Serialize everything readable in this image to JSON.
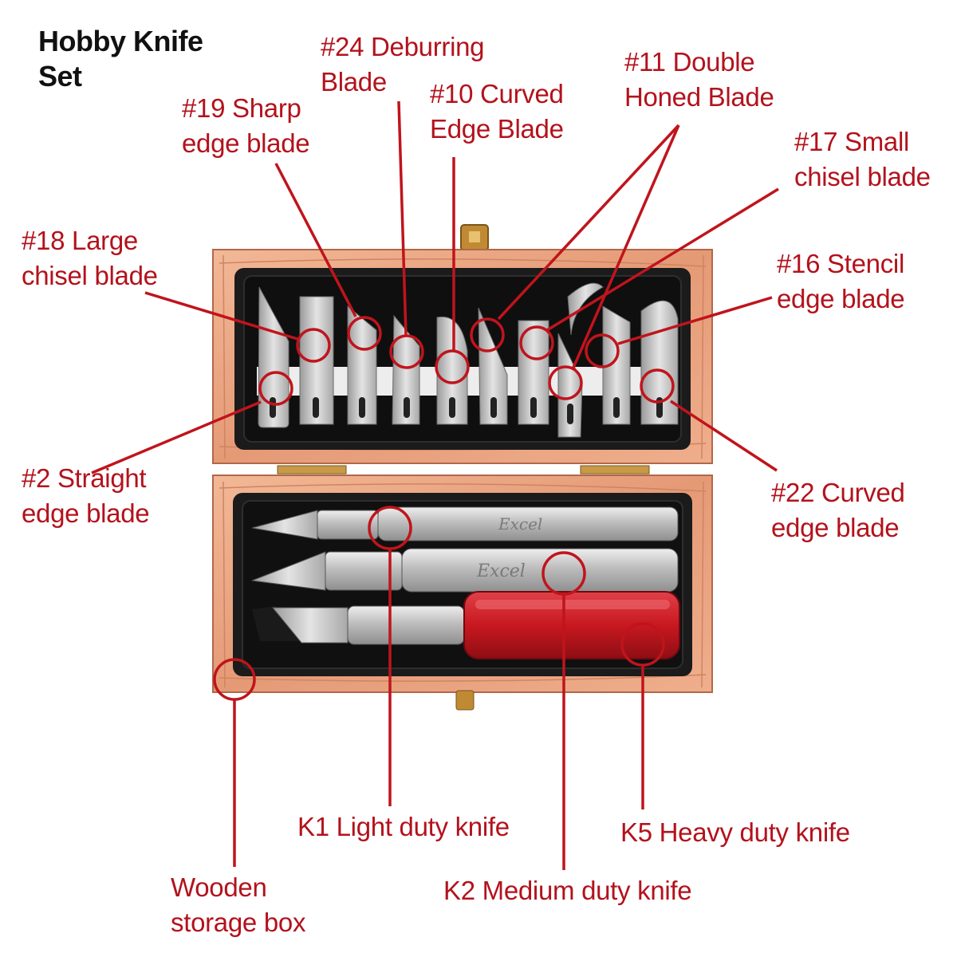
{
  "title": [
    "Hobby Knife",
    "Set"
  ],
  "brand_engraving": "Excel",
  "colors": {
    "accent": "#c0141c",
    "wood": "#e8a07e",
    "tray": "#1b1b1b",
    "steel": "#c9c9c9",
    "handle_red": "#c81820"
  },
  "labels": {
    "blade_24": [
      "#24 Deburring",
      "Blade"
    ],
    "blade_19": [
      "#19 Sharp",
      "edge blade"
    ],
    "blade_10": [
      "#10 Curved",
      "Edge Blade"
    ],
    "blade_11": [
      "#11 Double",
      "Honed Blade"
    ],
    "blade_17": [
      "#17 Small",
      "chisel blade"
    ],
    "blade_18": [
      "#18 Large",
      "chisel blade"
    ],
    "blade_16": [
      "#16 Stencil",
      "edge blade"
    ],
    "blade_2": [
      "#2 Straight",
      "edge blade"
    ],
    "blade_22": [
      "#22 Curved",
      "edge blade"
    ],
    "knife_k1": "K1 Light duty knife",
    "knife_k5": "K5 Heavy duty knife",
    "knife_k2": "K2 Medium duty knife",
    "box": [
      "Wooden",
      "storage box"
    ]
  }
}
